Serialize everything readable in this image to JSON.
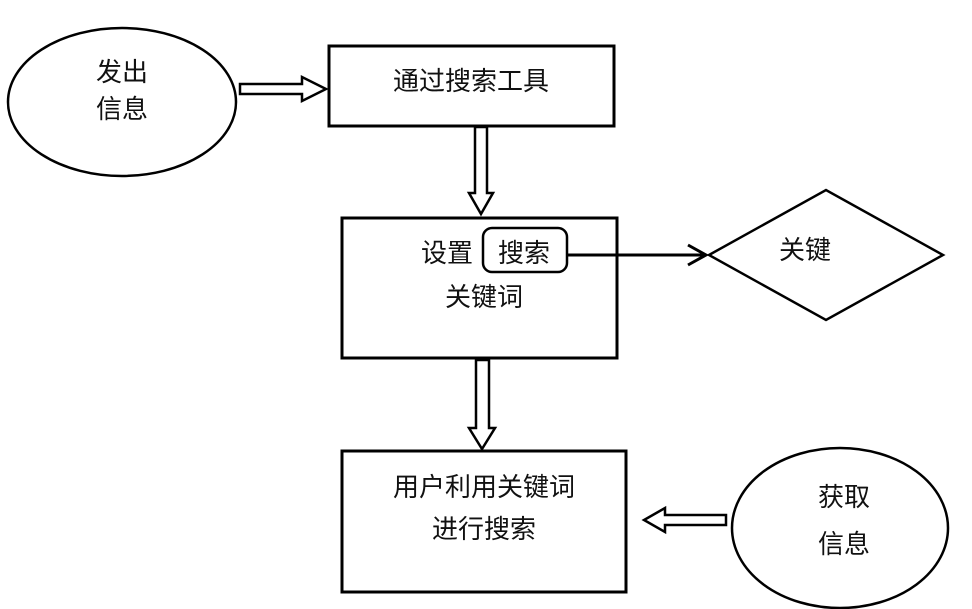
{
  "diagram": {
    "type": "flowchart",
    "nodes": {
      "send_info": {
        "shape": "ellipse",
        "lines": [
          "发出",
          "信息"
        ]
      },
      "via_search_tool": {
        "shape": "rectangle",
        "lines": [
          "通过搜索工具"
        ]
      },
      "set_keywords": {
        "shape": "rectangle",
        "line1_prefix": "设置",
        "highlight": "搜索",
        "line2": "关键词"
      },
      "key": {
        "shape": "diamond",
        "lines": [
          "关键"
        ]
      },
      "user_search": {
        "shape": "rectangle",
        "lines": [
          "用户利用关键词",
          "进行搜索"
        ]
      },
      "get_info": {
        "shape": "ellipse",
        "lines": [
          "获取",
          "信息"
        ]
      }
    },
    "edges": [
      {
        "from": "send_info",
        "to": "via_search_tool",
        "style": "hollow-block-arrow"
      },
      {
        "from": "via_search_tool",
        "to": "set_keywords",
        "style": "hollow-block-arrow"
      },
      {
        "from": "set_keywords.highlight",
        "to": "key",
        "style": "line-arrow"
      },
      {
        "from": "set_keywords",
        "to": "user_search",
        "style": "hollow-block-arrow"
      },
      {
        "from": "get_info",
        "to": "user_search",
        "style": "hollow-block-arrow"
      }
    ],
    "colors": {
      "stroke": "#000000",
      "fill": "#ffffff",
      "text": "#111111"
    }
  }
}
